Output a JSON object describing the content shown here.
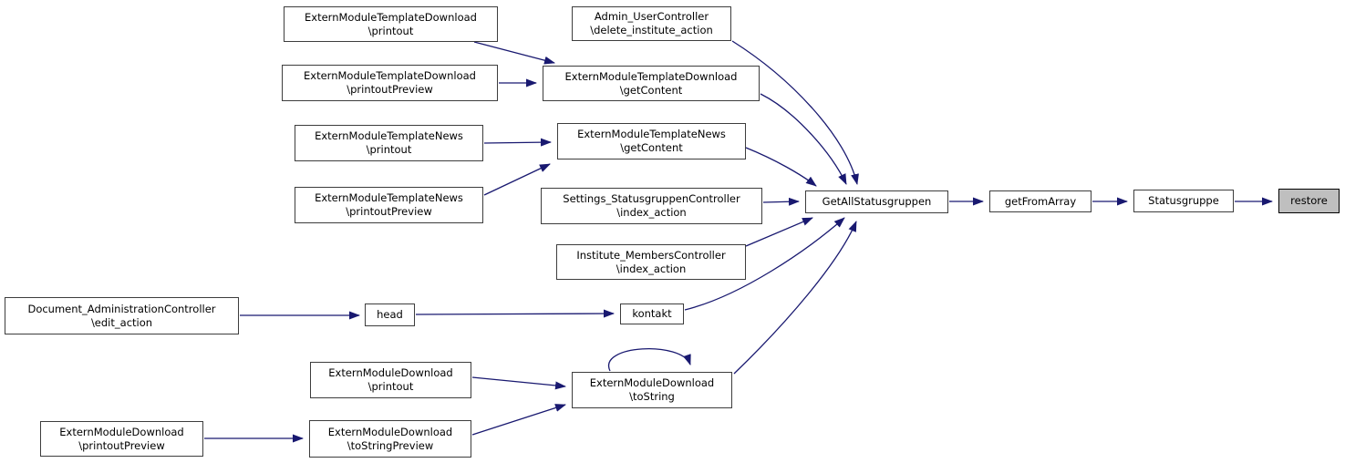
{
  "diagram": {
    "type": "call-graph",
    "description": "Caller graph converging on restore via Statusgruppe, getFromArray and GetAllStatusgruppen",
    "highlighted_node": "restore",
    "colors": {
      "edge": "#191970",
      "node_border": "#3d3d3d",
      "node_background": "#ffffff",
      "highlight_background": "#bfbfbf",
      "text": "#000000"
    },
    "nodes": [
      {
        "id": "extern-module-template-download-printout",
        "label": "ExternModuleTemplateDownload\n\\printout"
      },
      {
        "id": "admin-usercontroller-delete-institute-action",
        "label": "Admin_UserController\n\\delete_institute_action"
      },
      {
        "id": "extern-module-template-download-printout-preview",
        "label": "ExternModuleTemplateDownload\n\\printoutPreview"
      },
      {
        "id": "extern-module-template-download-get-content",
        "label": "ExternModuleTemplateDownload\n\\getContent"
      },
      {
        "id": "extern-module-template-news-printout",
        "label": "ExternModuleTemplateNews\n\\printout"
      },
      {
        "id": "extern-module-template-news-get-content",
        "label": "ExternModuleTemplateNews\n\\getContent"
      },
      {
        "id": "extern-module-template-news-printout-preview",
        "label": "ExternModuleTemplateNews\n\\printoutPreview"
      },
      {
        "id": "settings-statusgruppen-controller-index-action",
        "label": "Settings_StatusgruppenController\n\\index_action"
      },
      {
        "id": "institute-members-controller-index-action",
        "label": "Institute_MembersController\n\\index_action"
      },
      {
        "id": "get-all-statusgruppen",
        "label": "GetAllStatusgruppen"
      },
      {
        "id": "document-administration-controller-edit-action",
        "label": "Document_AdministrationController\n\\edit_action"
      },
      {
        "id": "head",
        "label": "head"
      },
      {
        "id": "kontakt",
        "label": "kontakt"
      },
      {
        "id": "extern-module-download-printout",
        "label": "ExternModuleDownload\n\\printout"
      },
      {
        "id": "extern-module-download-to-string",
        "label": "ExternModuleDownload\n\\toString"
      },
      {
        "id": "extern-module-download-printout-preview",
        "label": "ExternModuleDownload\n\\printoutPreview"
      },
      {
        "id": "extern-module-download-to-string-preview",
        "label": "ExternModuleDownload\n\\toStringPreview"
      },
      {
        "id": "get-from-array",
        "label": "getFromArray"
      },
      {
        "id": "statusgruppe",
        "label": "Statusgruppe"
      },
      {
        "id": "restore",
        "label": "restore"
      }
    ],
    "edges": [
      {
        "from": "extern-module-template-download-printout",
        "to": "extern-module-template-download-get-content"
      },
      {
        "from": "extern-module-template-download-printout-preview",
        "to": "extern-module-template-download-get-content"
      },
      {
        "from": "admin-usercontroller-delete-institute-action",
        "to": "get-all-statusgruppen"
      },
      {
        "from": "extern-module-template-download-get-content",
        "to": "get-all-statusgruppen"
      },
      {
        "from": "extern-module-template-news-printout",
        "to": "extern-module-template-news-get-content"
      },
      {
        "from": "extern-module-template-news-printout-preview",
        "to": "extern-module-template-news-get-content"
      },
      {
        "from": "extern-module-template-news-get-content",
        "to": "get-all-statusgruppen"
      },
      {
        "from": "settings-statusgruppen-controller-index-action",
        "to": "get-all-statusgruppen"
      },
      {
        "from": "institute-members-controller-index-action",
        "to": "get-all-statusgruppen"
      },
      {
        "from": "kontakt",
        "to": "get-all-statusgruppen"
      },
      {
        "from": "extern-module-download-to-string",
        "to": "get-all-statusgruppen"
      },
      {
        "from": "document-administration-controller-edit-action",
        "to": "head"
      },
      {
        "from": "head",
        "to": "kontakt"
      },
      {
        "from": "extern-module-download-printout",
        "to": "extern-module-download-to-string"
      },
      {
        "from": "extern-module-download-to-string-preview",
        "to": "extern-module-download-to-string"
      },
      {
        "from": "extern-module-download-printout-preview",
        "to": "extern-module-download-to-string-preview"
      },
      {
        "from": "extern-module-download-to-string",
        "to": "extern-module-download-to-string"
      },
      {
        "from": "get-all-statusgruppen",
        "to": "get-from-array"
      },
      {
        "from": "get-from-array",
        "to": "statusgruppe"
      },
      {
        "from": "statusgruppe",
        "to": "restore"
      }
    ]
  }
}
